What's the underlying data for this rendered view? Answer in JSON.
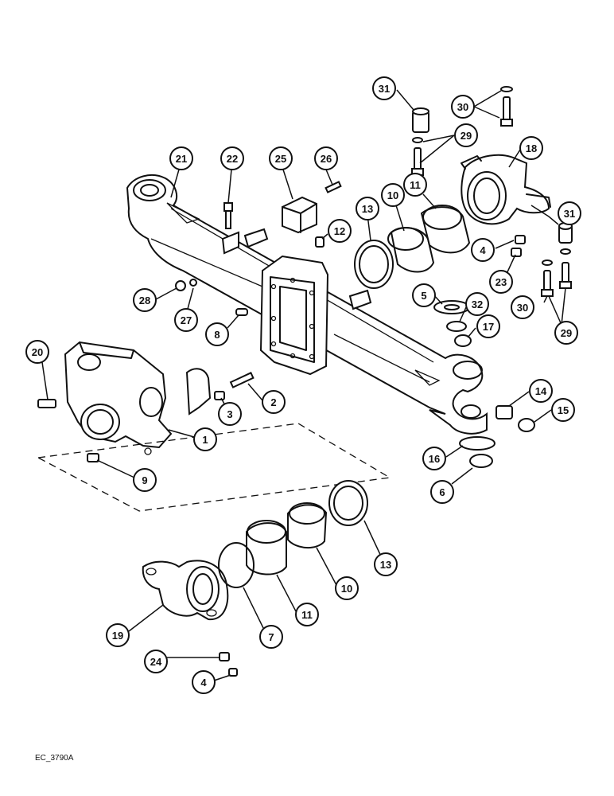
{
  "figure_code": "EC_3790A",
  "callouts": [
    {
      "id": "c31a",
      "label": "31"
    },
    {
      "id": "c30a",
      "label": "30"
    },
    {
      "id": "c29a",
      "label": "29"
    },
    {
      "id": "c18",
      "label": "18"
    },
    {
      "id": "c21",
      "label": "21"
    },
    {
      "id": "c22",
      "label": "22"
    },
    {
      "id": "c25",
      "label": "25"
    },
    {
      "id": "c26",
      "label": "26"
    },
    {
      "id": "c13a",
      "label": "13"
    },
    {
      "id": "c10a",
      "label": "10"
    },
    {
      "id": "c11a",
      "label": "11"
    },
    {
      "id": "c31b",
      "label": "31"
    },
    {
      "id": "c12",
      "label": "12"
    },
    {
      "id": "c4a",
      "label": "4"
    },
    {
      "id": "c23",
      "label": "23"
    },
    {
      "id": "c5",
      "label": "5"
    },
    {
      "id": "c32",
      "label": "32"
    },
    {
      "id": "c17",
      "label": "17"
    },
    {
      "id": "c30b",
      "label": "30"
    },
    {
      "id": "c29b",
      "label": "29"
    },
    {
      "id": "c28",
      "label": "28"
    },
    {
      "id": "c27",
      "label": "27"
    },
    {
      "id": "c8",
      "label": "8"
    },
    {
      "id": "c20",
      "label": "20"
    },
    {
      "id": "c2",
      "label": "2"
    },
    {
      "id": "c3",
      "label": "3"
    },
    {
      "id": "c1",
      "label": "1"
    },
    {
      "id": "c14",
      "label": "14"
    },
    {
      "id": "c15",
      "label": "15"
    },
    {
      "id": "c16",
      "label": "16"
    },
    {
      "id": "c6",
      "label": "6"
    },
    {
      "id": "c9",
      "label": "9"
    },
    {
      "id": "c13b",
      "label": "13"
    },
    {
      "id": "c10b",
      "label": "10"
    },
    {
      "id": "c11b",
      "label": "11"
    },
    {
      "id": "c7",
      "label": "7"
    },
    {
      "id": "c19",
      "label": "19"
    },
    {
      "id": "c24",
      "label": "24"
    },
    {
      "id": "c4b",
      "label": "4"
    }
  ]
}
